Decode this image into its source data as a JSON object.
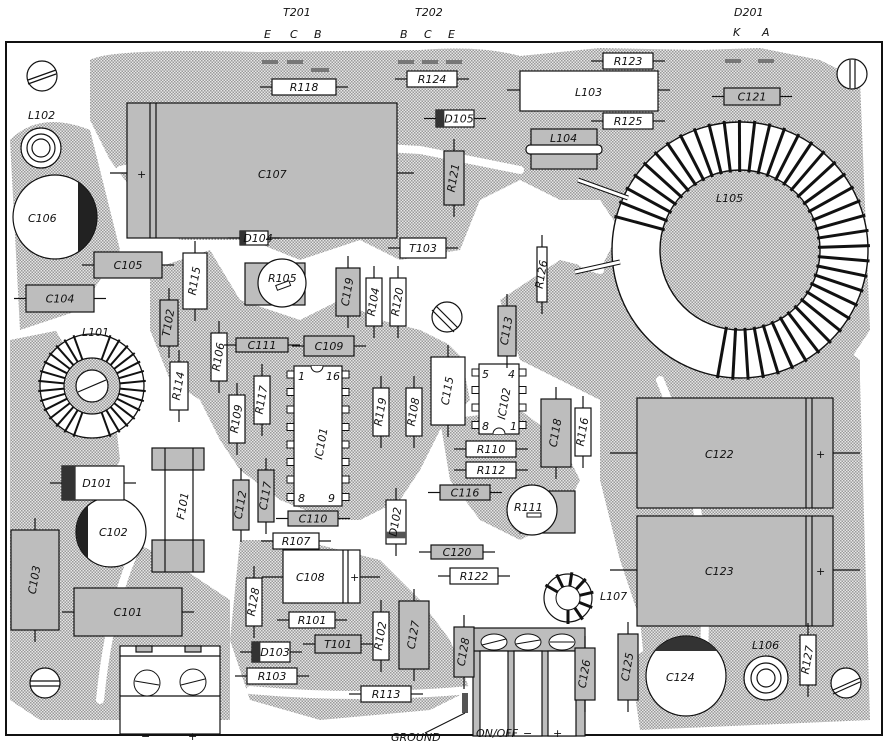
{
  "diagram": {
    "title": "PCB component layout",
    "header_labels": {
      "T201": {
        "name": "T201",
        "pins": [
          "E",
          "C",
          "B"
        ]
      },
      "T202": {
        "name": "T202",
        "pins": [
          "B",
          "C",
          "E"
        ]
      },
      "D201": {
        "name": "D201",
        "pins": [
          "K",
          "A"
        ]
      }
    },
    "bottom_labels": {
      "power_minus": "−",
      "power_plus": "+",
      "ground": "GROUND",
      "on_off": "ON/OFF",
      "out_minus": "−",
      "out_plus": "+"
    },
    "capacitors": [
      "C101",
      "C102",
      "C103",
      "C104",
      "C105",
      "C106",
      "C107",
      "C108",
      "C109",
      "C110",
      "C111",
      "C112",
      "C113",
      "C115",
      "C116",
      "C117",
      "C118",
      "C119",
      "C120",
      "C121",
      "C122",
      "C123",
      "C124",
      "C125",
      "C126",
      "C127",
      "C128"
    ],
    "resistors": [
      "R101",
      "R102",
      "R103",
      "R104",
      "R105",
      "R106",
      "R107",
      "R108",
      "R109",
      "R110",
      "R111",
      "R112",
      "R113",
      "R114",
      "R115",
      "R116",
      "R117",
      "R118",
      "R119",
      "R120",
      "R121",
      "R122",
      "R123",
      "R124",
      "R125",
      "R126",
      "R127",
      "R128"
    ],
    "inductors": [
      "L101",
      "L102",
      "L103",
      "L104",
      "L105",
      "L106",
      "L107"
    ],
    "diodes": [
      "D101",
      "D102",
      "D103",
      "D104",
      "D105"
    ],
    "transistors": [
      "T101",
      "T102",
      "T103"
    ],
    "ics": [
      "IC101",
      "IC102"
    ],
    "fuses": [
      "F101"
    ],
    "ic101_pins": {
      "p1": "1",
      "p16": "16",
      "p8": "8",
      "p9": "9"
    },
    "ic102_pins": {
      "p5": "5",
      "p4": "4",
      "p8": "8",
      "p1": "1"
    },
    "polarity_plus": "+"
  }
}
